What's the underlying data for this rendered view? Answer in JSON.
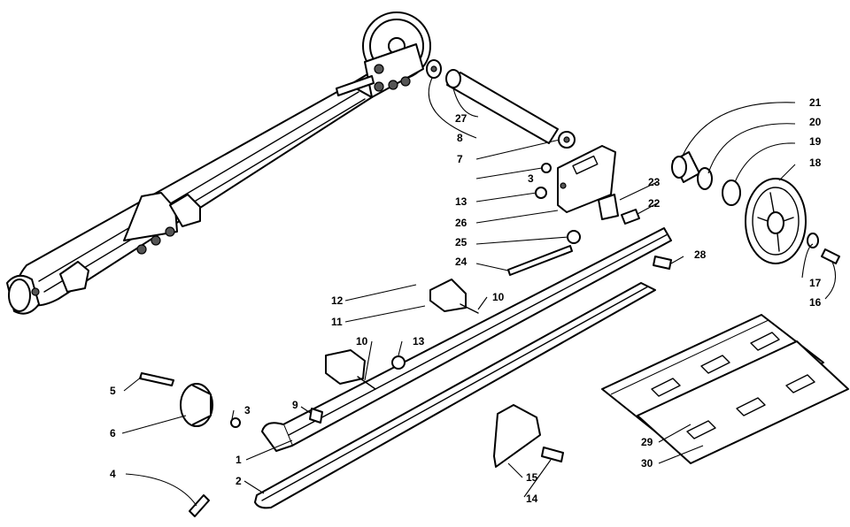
{
  "callouts": [
    {
      "label": "1"
    },
    {
      "label": "2"
    },
    {
      "label": "3"
    },
    {
      "label": "3"
    },
    {
      "label": "4"
    },
    {
      "label": "5"
    },
    {
      "label": "6"
    },
    {
      "label": "7"
    },
    {
      "label": "8"
    },
    {
      "label": "9"
    },
    {
      "label": "10"
    },
    {
      "label": "10"
    },
    {
      "label": "11"
    },
    {
      "label": "12"
    },
    {
      "label": "13"
    },
    {
      "label": "13"
    },
    {
      "label": "14"
    },
    {
      "label": "15"
    },
    {
      "label": "16"
    },
    {
      "label": "17"
    },
    {
      "label": "18"
    },
    {
      "label": "19"
    },
    {
      "label": "20"
    },
    {
      "label": "21"
    },
    {
      "label": "22"
    },
    {
      "label": "23"
    },
    {
      "label": "24"
    },
    {
      "label": "25"
    },
    {
      "label": "26"
    },
    {
      "label": "27"
    },
    {
      "label": "28"
    },
    {
      "label": "29"
    },
    {
      "label": "30"
    }
  ]
}
